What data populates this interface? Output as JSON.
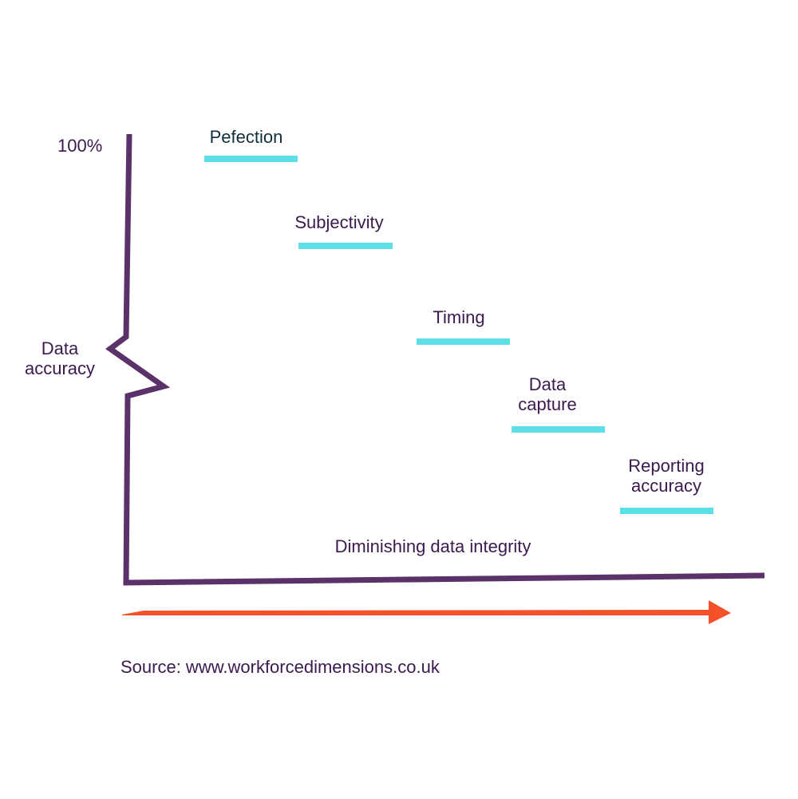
{
  "axis": {
    "y_top_label": "100%",
    "y_label_line1": "Data",
    "y_label_line2": "accuracy",
    "x_label": "Diminishing data integrity"
  },
  "steps": [
    {
      "label": "Pefection"
    },
    {
      "label": "Subjectivity"
    },
    {
      "label": "Timing"
    },
    {
      "label_line1": "Data",
      "label_line2": "capture"
    },
    {
      "label_line1": "Reporting",
      "label_line2": "accuracy"
    }
  ],
  "source": "Source: www.workforcedimensions.co.uk",
  "colors": {
    "axis": "#5a3169",
    "step_bar": "#5ddfe8",
    "arrow": "#f4502a",
    "text": "#3b1a4e",
    "first_text": "#0f2e3c"
  }
}
